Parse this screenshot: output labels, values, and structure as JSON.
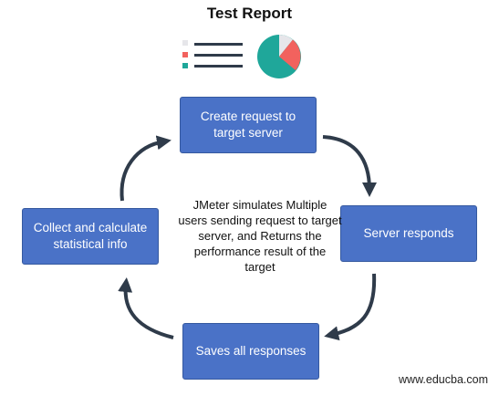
{
  "title": "Test Report",
  "boxes": {
    "create": "Create request to target server",
    "respond": "Server responds",
    "save": "Saves all responses",
    "collect": "Collect and calculate statistical info"
  },
  "center_text": "JMeter simulates Multiple users sending request to target server, and Returns the performance result of the target",
  "footer": "www.educba.com",
  "icons": {
    "report_icon": "list-icon",
    "pie_icon": "pie-chart-icon"
  },
  "colors": {
    "box_fill": "#4a72c7",
    "arrow": "#2f3b4a",
    "teal": "#1fa79a",
    "red": "#f2625e",
    "light_gray": "#e6e6ea"
  }
}
